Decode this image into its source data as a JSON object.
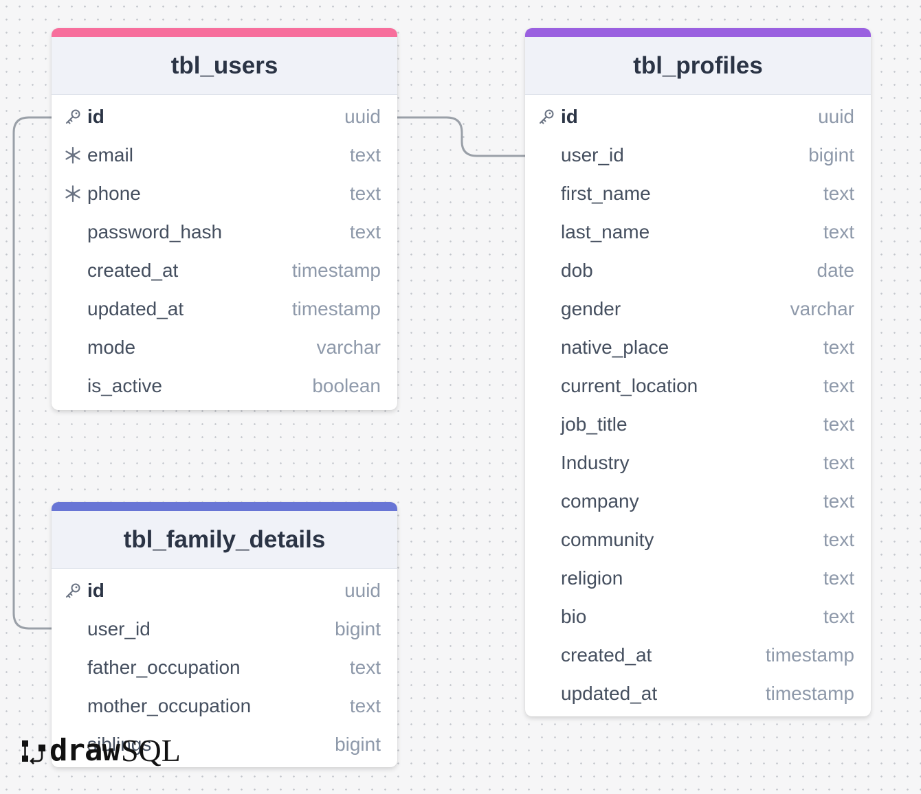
{
  "tables": {
    "users": {
      "name": "tbl_users",
      "color": "#f76e9c",
      "columns": [
        {
          "name": "id",
          "type": "uuid",
          "icon": "key-icon",
          "pk": true
        },
        {
          "name": "email",
          "type": "text",
          "icon": "snowflake-icon"
        },
        {
          "name": "phone",
          "type": "text",
          "icon": "snowflake-icon"
        },
        {
          "name": "password_hash",
          "type": "text"
        },
        {
          "name": "created_at",
          "type": "timestamp"
        },
        {
          "name": "updated_at",
          "type": "timestamp"
        },
        {
          "name": "mode",
          "type": "varchar"
        },
        {
          "name": "is_active",
          "type": "boolean"
        }
      ]
    },
    "profiles": {
      "name": "tbl_profiles",
      "color": "#9a60e0",
      "columns": [
        {
          "name": "id",
          "type": "uuid",
          "icon": "key-icon",
          "pk": true
        },
        {
          "name": "user_id",
          "type": "bigint"
        },
        {
          "name": "first_name",
          "type": "text"
        },
        {
          "name": "last_name",
          "type": "text"
        },
        {
          "name": "dob",
          "type": "date"
        },
        {
          "name": "gender",
          "type": "varchar"
        },
        {
          "name": "native_place",
          "type": "text"
        },
        {
          "name": "current_location",
          "type": "text"
        },
        {
          "name": "job_title",
          "type": "text"
        },
        {
          "name": "Industry",
          "type": "text"
        },
        {
          "name": "company",
          "type": "text"
        },
        {
          "name": "community",
          "type": "text"
        },
        {
          "name": "religion",
          "type": "text"
        },
        {
          "name": "bio",
          "type": "text"
        },
        {
          "name": "created_at",
          "type": "timestamp"
        },
        {
          "name": "updated_at",
          "type": "timestamp"
        }
      ]
    },
    "family": {
      "name": "tbl_family_details",
      "color": "#6875d5",
      "columns": [
        {
          "name": "id",
          "type": "uuid",
          "icon": "key-icon",
          "pk": true
        },
        {
          "name": "user_id",
          "type": "bigint"
        },
        {
          "name": "father_occupation",
          "type": "text"
        },
        {
          "name": "mother_occupation",
          "type": "text"
        },
        {
          "name": "siblings",
          "type": "bigint"
        }
      ]
    }
  },
  "logo": {
    "draw": "draw",
    "sql": "SQL"
  },
  "colors": {
    "link": "#9aa0a8"
  }
}
